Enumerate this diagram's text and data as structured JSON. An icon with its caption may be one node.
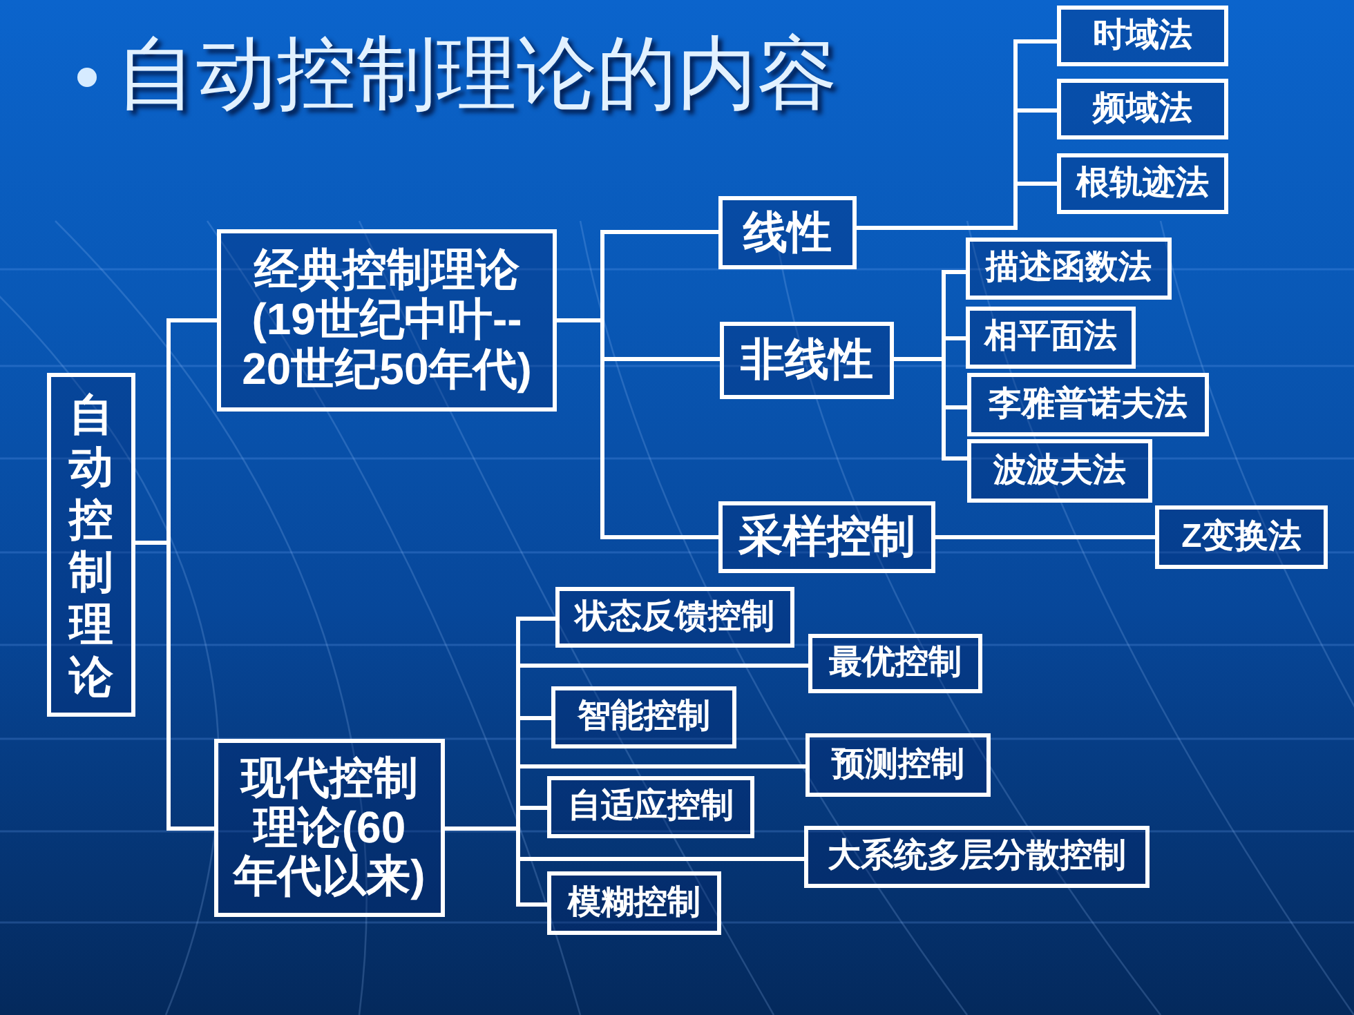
{
  "diagram": {
    "title": "自动控制理论的内容",
    "nodes": [
      {
        "text": [
          "自动控制理论"
        ]
      },
      {
        "text": [
          "经典控制理论(19世纪中叶--20世纪50年代)"
        ]
      },
      {
        "text": [
          "线性"
        ]
      },
      {
        "text": [
          "时域法"
        ]
      },
      {
        "text": [
          "频域法"
        ]
      },
      {
        "text": [
          "根轨迹法"
        ]
      },
      {
        "text": [
          "非线性"
        ]
      },
      {
        "text": [
          "描述函数法"
        ]
      },
      {
        "text": [
          "相平面法"
        ]
      },
      {
        "text": [
          "李雅普诺夫法"
        ]
      },
      {
        "text": [
          "波波夫法"
        ]
      },
      {
        "text": [
          "采样控制"
        ]
      },
      {
        "text": [
          "Z变换法"
        ]
      },
      {
        "text": [
          "现代控制理论(60年代以来)"
        ]
      },
      {
        "text": [
          "状态反馈控制"
        ]
      },
      {
        "text": [
          "最优控制"
        ]
      },
      {
        "text": [
          "智能控制"
        ]
      },
      {
        "text": [
          "预测控制"
        ]
      },
      {
        "text": [
          "自适应控制"
        ]
      },
      {
        "text": [
          "大系统多层分散控制"
        ]
      },
      {
        "text": [
          "模糊控制"
        ]
      }
    ],
    "edges": [
      {
        "from": 0,
        "to": 1,
        "arrow": "none"
      },
      {
        "from": 0,
        "to": 13,
        "arrow": "none"
      },
      {
        "from": 1,
        "to": 2,
        "arrow": "none"
      },
      {
        "from": 1,
        "to": 6,
        "arrow": "none"
      },
      {
        "from": 1,
        "to": 11,
        "arrow": "none"
      },
      {
        "from": 2,
        "to": 3,
        "arrow": "none"
      },
      {
        "from": 2,
        "to": 4,
        "arrow": "none"
      },
      {
        "from": 2,
        "to": 5,
        "arrow": "none"
      },
      {
        "from": 6,
        "to": 7,
        "arrow": "none"
      },
      {
        "from": 6,
        "to": 8,
        "arrow": "none"
      },
      {
        "from": 6,
        "to": 9,
        "arrow": "none"
      },
      {
        "from": 6,
        "to": 10,
        "arrow": "none"
      },
      {
        "from": 11,
        "to": 12,
        "arrow": "none"
      },
      {
        "from": 13,
        "to": 14,
        "arrow": "none"
      },
      {
        "from": 13,
        "to": 15,
        "arrow": "none"
      },
      {
        "from": 13,
        "to": 16,
        "arrow": "none"
      },
      {
        "from": 13,
        "to": 17,
        "arrow": "none"
      },
      {
        "from": 13,
        "to": 18,
        "arrow": "none"
      },
      {
        "from": 13,
        "to": 19,
        "arrow": "none"
      },
      {
        "from": 13,
        "to": 20,
        "arrow": "none"
      }
    ]
  }
}
